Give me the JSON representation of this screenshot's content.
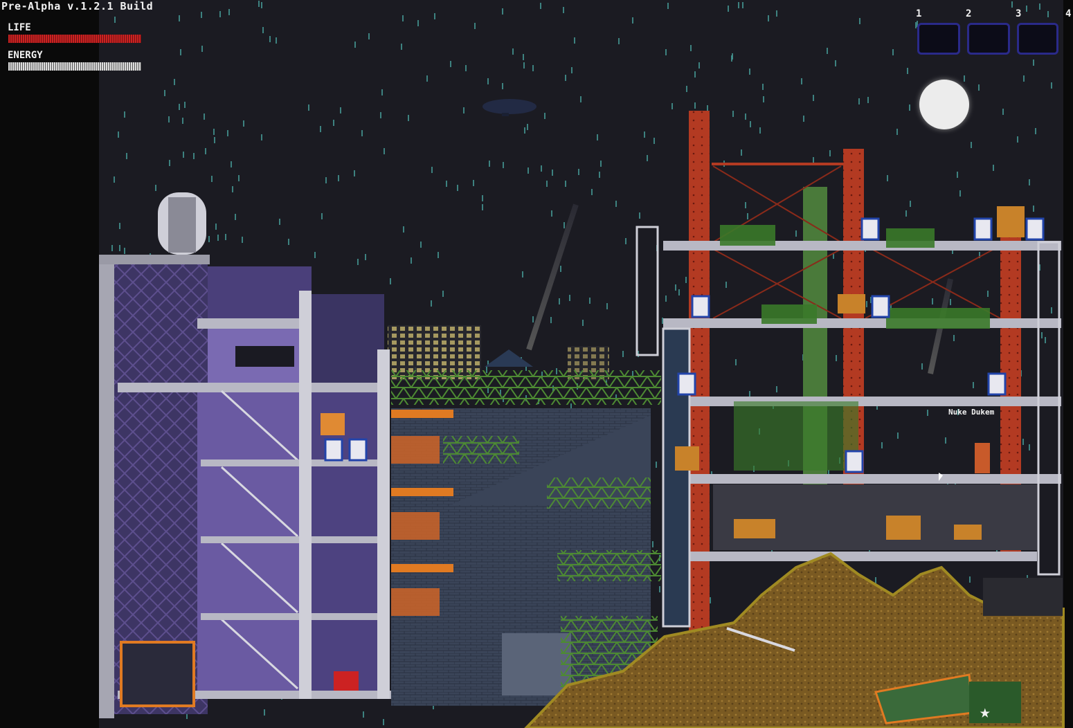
{
  "hud": {
    "build_label": "Pre-Alpha v.1.2.1 Build",
    "life_label": "LIFE",
    "energy_label": "ENERGY",
    "life_fraction": 1.0,
    "energy_fraction": 1.0,
    "slots": [
      "1",
      "2",
      "3",
      "4"
    ]
  },
  "world": {
    "player_name": "Nuke Dukem",
    "colors": {
      "sky": "#1b1b22",
      "rain": "#4aa5a0",
      "life": "#cc2222",
      "slot_border": "#2a2a8a",
      "left_building": "#6a5a9a",
      "dirt": "#8a6a2a",
      "girder_red": "#b33a22",
      "girder_green": "#3a6a2a"
    }
  }
}
